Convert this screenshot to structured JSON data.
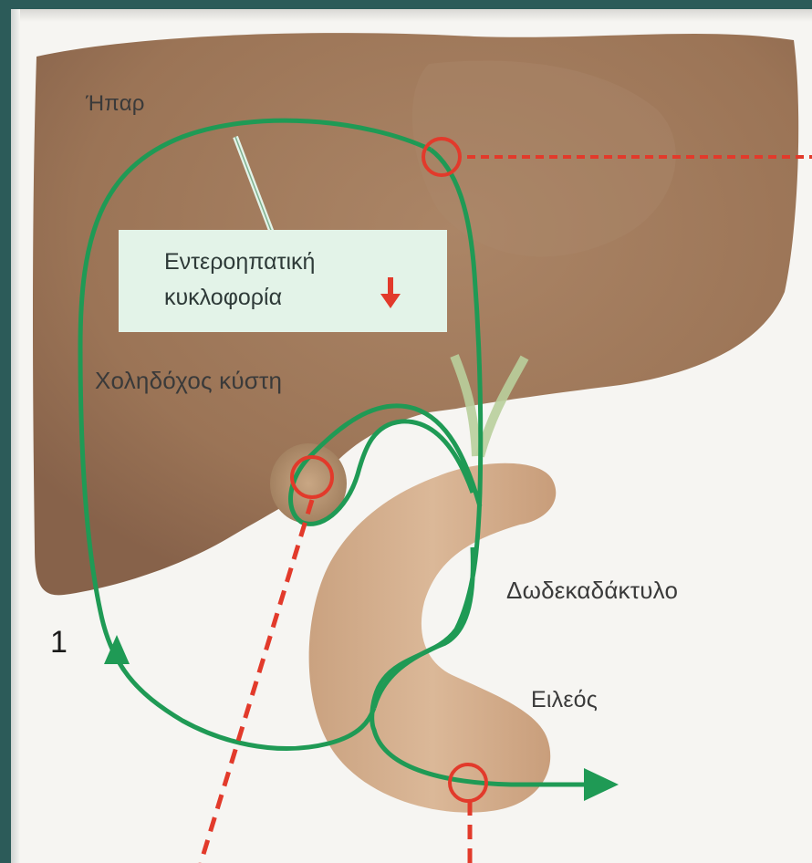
{
  "diagram": {
    "number": "1",
    "labels": {
      "liver": "Ήπαρ",
      "enterohepatic_line1": "Εντεροηπατική",
      "enterohepatic_line2": "κυκλοφορία",
      "gallbladder": "Χοληδόχος κύστη",
      "duodenum": "Δωδεκαδάκτυλο",
      "ileum": "Ειλεός"
    },
    "icons": [
      "down-arrow-icon",
      "arrowhead-icon",
      "circle-marker-icon"
    ],
    "colors": {
      "liver": "#a0795b",
      "duodenum": "#d7b391",
      "circulation_path": "#1f9a55",
      "marker": "#e23a2b",
      "callout_bg": "#e3f3e8",
      "background": "#2c5b59"
    }
  }
}
